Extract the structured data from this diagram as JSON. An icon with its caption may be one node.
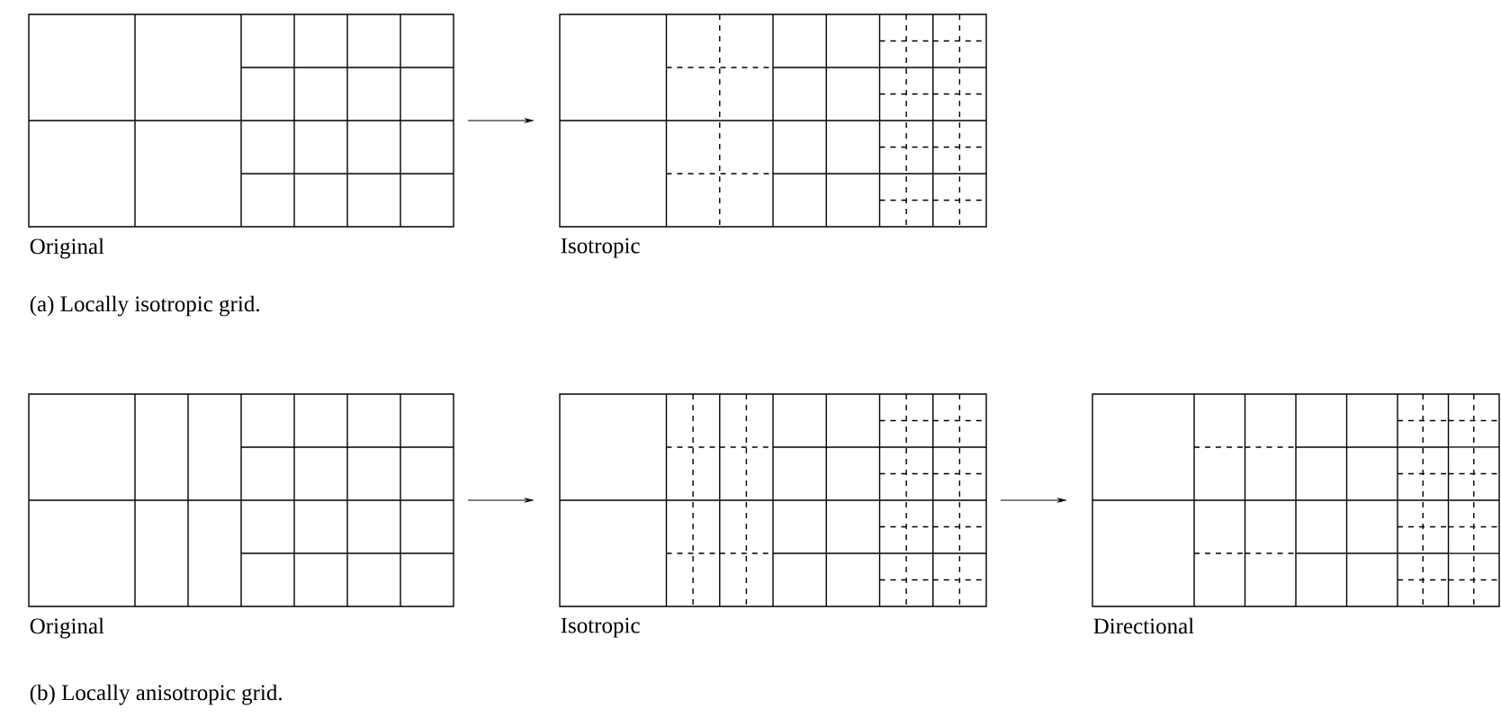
{
  "diagram": {
    "nodes": [
      {
        "text": [],
        "shape": "picture",
        "beside": [
          "Original"
        ]
      },
      {
        "text": [],
        "shape": "picture",
        "beside": [
          "Isotropic"
        ]
      },
      {
        "text": [],
        "shape": "picture",
        "beside": [
          "Original"
        ]
      },
      {
        "text": [],
        "shape": "picture",
        "beside": [
          "Isotropic"
        ]
      },
      {
        "text": [],
        "shape": "picture",
        "beside": [
          "Directional"
        ]
      }
    ],
    "edges": [
      {
        "from": 0,
        "to": 1,
        "arrow": "to"
      },
      {
        "from": 2,
        "to": 3,
        "arrow": "to"
      },
      {
        "from": 3,
        "to": 4,
        "arrow": "to"
      }
    ],
    "labels": [
      "(a) Locally isotropic grid.",
      "(b) Locally anisotropic grid."
    ]
  }
}
